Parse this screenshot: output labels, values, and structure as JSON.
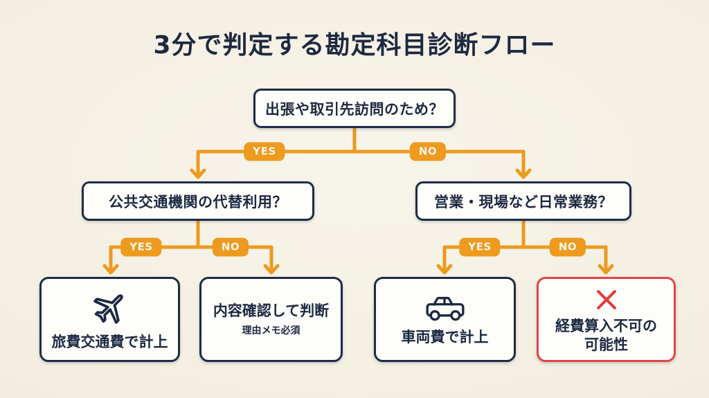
{
  "title": "3分で判定する勘定科目診断フロー",
  "labels": {
    "yes": "YES",
    "no": "NO"
  },
  "nodes": {
    "root_question": "出張や取引先訪問のため？",
    "transport_question": "公共交通機関の代替利用？",
    "daily_question": "営業・現場など日常業務？",
    "travel_result": "旅費交通費で計上",
    "review_result": "内容確認して判断",
    "review_note": "理由メモ必須",
    "vehicle_result": "車両費で計上",
    "rejected_result": "経費算入不可の\n可能性"
  },
  "icons": {
    "travel": "airplane-icon",
    "vehicle": "car-icon",
    "rejected": "x-mark-icon"
  },
  "colors": {
    "background": "#f3eee0",
    "navy": "#1f2b46",
    "orange": "#ed9a1f",
    "red": "#e23b3b",
    "box_background": "#fdfdfa"
  }
}
